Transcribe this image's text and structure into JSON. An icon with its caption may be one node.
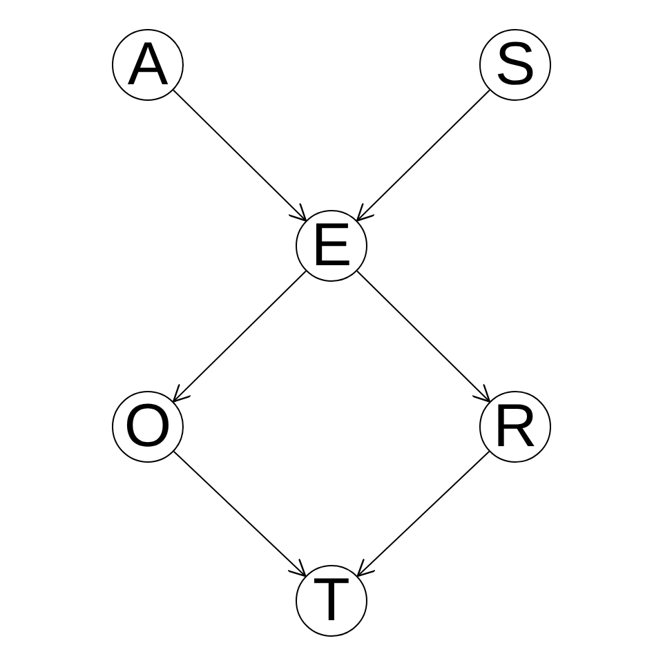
{
  "diagram": {
    "nodes": [
      {
        "text": [
          "A"
        ]
      },
      {
        "text": [
          "S"
        ]
      },
      {
        "text": [
          "E"
        ]
      },
      {
        "text": [
          "O"
        ]
      },
      {
        "text": [
          "R"
        ]
      },
      {
        "text": [
          "T"
        ]
      }
    ],
    "edges": [
      {
        "from": 0,
        "to": 2,
        "arrow": "to"
      },
      {
        "from": 1,
        "to": 2,
        "arrow": "to"
      },
      {
        "from": 2,
        "to": 3,
        "arrow": "to"
      },
      {
        "from": 2,
        "to": 4,
        "arrow": "to"
      },
      {
        "from": 3,
        "to": 5,
        "arrow": "to"
      },
      {
        "from": 4,
        "to": 5,
        "arrow": "to"
      }
    ]
  }
}
